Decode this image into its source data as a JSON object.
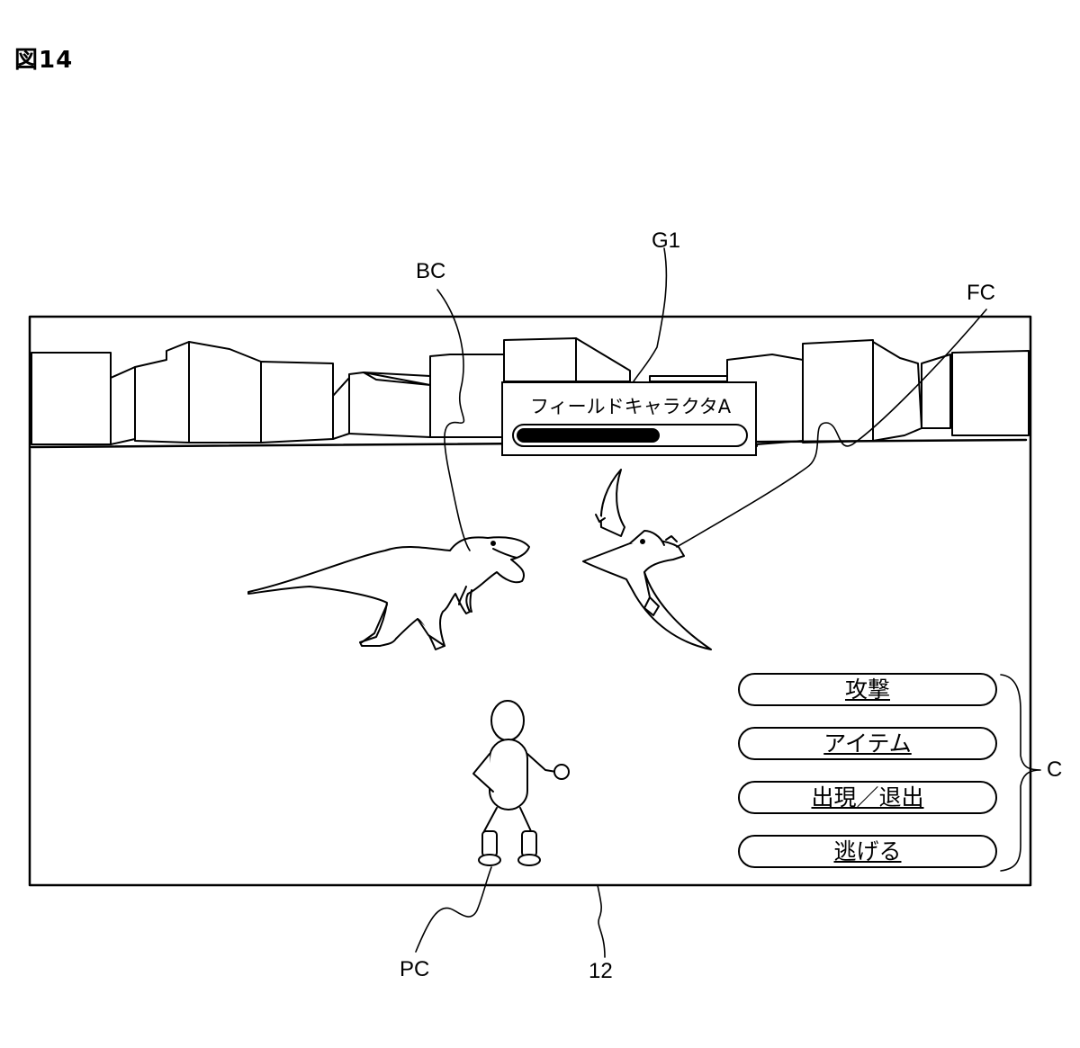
{
  "figure_label": "図14",
  "reference_labels": {
    "bc": "BC",
    "g1": "G1",
    "fc": "FC",
    "c": "C",
    "pc": "PC",
    "screen": "12"
  },
  "status_window": {
    "character_name": "フィールドキャラクタA",
    "hp_fraction": 0.63
  },
  "command_menu": {
    "items": [
      {
        "label": "攻撃"
      },
      {
        "label": "アイテム"
      },
      {
        "label": "出現／退出"
      },
      {
        "label": "逃げる"
      }
    ]
  }
}
